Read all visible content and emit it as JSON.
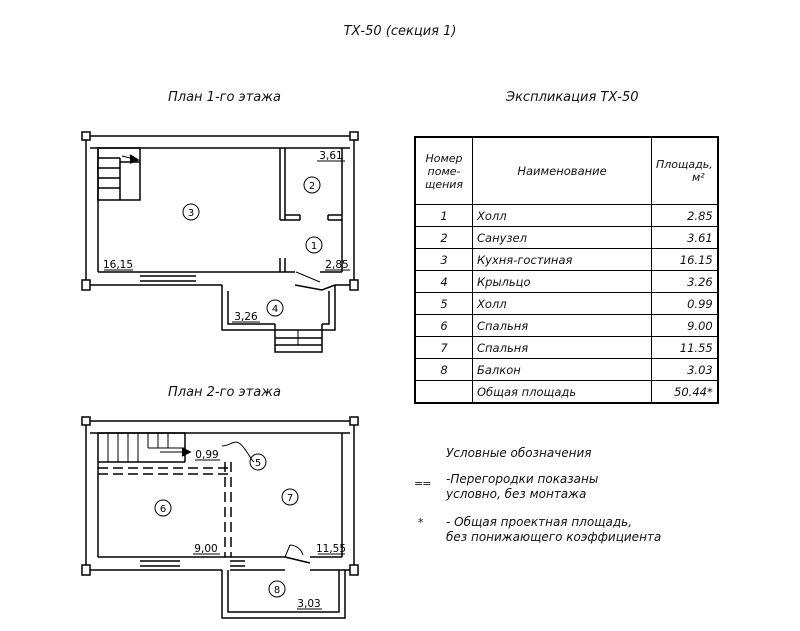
{
  "page_title": "ТХ-50 (секция 1)",
  "plan1": {
    "title": "План 1-го этажа",
    "rooms": [
      {
        "num": "1",
        "area": "2,85"
      },
      {
        "num": "2",
        "area": "3,61"
      },
      {
        "num": "3",
        "area": "16,15"
      },
      {
        "num": "4",
        "area": "3,26"
      }
    ]
  },
  "plan2": {
    "title": "План 2-го этажа",
    "rooms": [
      {
        "num": "5",
        "area": "0,99"
      },
      {
        "num": "6",
        "area": "9,00"
      },
      {
        "num": "7",
        "area": "11,55"
      },
      {
        "num": "8",
        "area": "3,03"
      }
    ]
  },
  "explication": {
    "title": "Экспликация ТХ-50",
    "headers": {
      "num": [
        "Номер",
        "поме-",
        "щения"
      ],
      "name": "Наименование",
      "area": [
        "Площадь,",
        "м²"
      ]
    },
    "rows": [
      {
        "num": "1",
        "name": "Холл",
        "area": "2.85"
      },
      {
        "num": "2",
        "name": "Санузел",
        "area": "3.61"
      },
      {
        "num": "3",
        "name": "Кухня-гостиная",
        "area": "16.15"
      },
      {
        "num": "4",
        "name": "Крыльцо",
        "area": "3.26"
      },
      {
        "num": "5",
        "name": "Холл",
        "area": "0.99"
      },
      {
        "num": "6",
        "name": "Спальня",
        "area": "9.00"
      },
      {
        "num": "7",
        "name": "Спальня",
        "area": "11.55"
      },
      {
        "num": "8",
        "name": "Балкон",
        "area": "3.03"
      }
    ],
    "total": {
      "label": "Общая площадь",
      "area": "50.44*"
    }
  },
  "legend": {
    "title": "Условные обозначения",
    "items": [
      {
        "symbol": "==",
        "lines": [
          "-Перегородки показаны",
          "условно, без монтажа"
        ]
      },
      {
        "symbol": "*",
        "lines": [
          "- Общая проектная площадь,",
          "без понижающего коэффициента"
        ]
      }
    ]
  }
}
